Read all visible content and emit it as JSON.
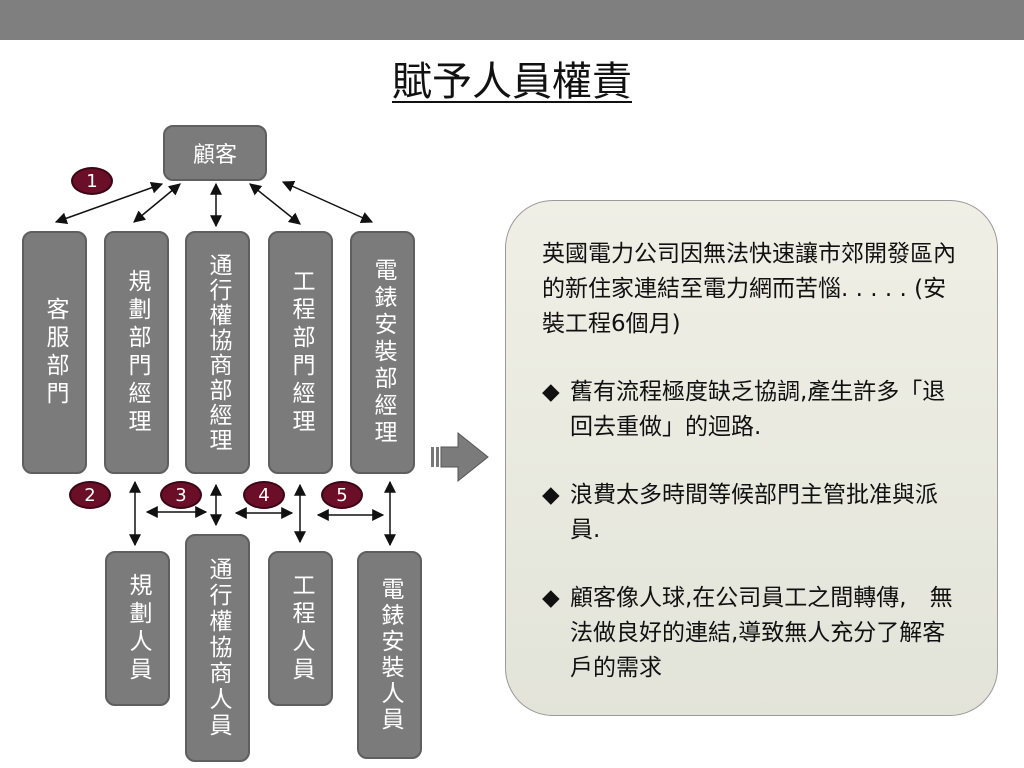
{
  "slide": {
    "title": "賦予人員權責"
  },
  "diagram": {
    "customer": "顧客",
    "managers": [
      {
        "id": "service",
        "label": "客服部門"
      },
      {
        "id": "planning",
        "label": "規劃部門經理"
      },
      {
        "id": "rightofway",
        "label": "通行權協商部經理"
      },
      {
        "id": "engineering",
        "label": "工程部門經理"
      },
      {
        "id": "meter",
        "label": "電錶安裝部經理"
      }
    ],
    "staff": [
      {
        "id": "planning",
        "label": "規劃人員"
      },
      {
        "id": "rightofway",
        "label": "通行權協商人員"
      },
      {
        "id": "engineering",
        "label": "工程人員"
      },
      {
        "id": "meter",
        "label": "電錶安裝人員"
      }
    ],
    "markers": [
      "1",
      "2",
      "3",
      "4",
      "5"
    ]
  },
  "panel": {
    "intro": "英國電力公司因無法快速讓市郊開發區內的新住家連結至電力網而苦惱. . . . . (安裝工程6個月)",
    "bullet_symbol": "◆",
    "bullets": [
      "舊有流程極度缺乏協調,產生許多「退回去重做」的迴路.",
      "浪費太多時間等候部門主管批准與派員.",
      "顧客像人球,在公司員工之間轉傳,　無法做良好的連結,導致無人充分了解客戶的需求"
    ]
  },
  "colors": {
    "topbar": "#7f7f7f",
    "box": "#7b7b7b",
    "marker": "#6b0f28",
    "panel_bg": "#e9eae0"
  }
}
